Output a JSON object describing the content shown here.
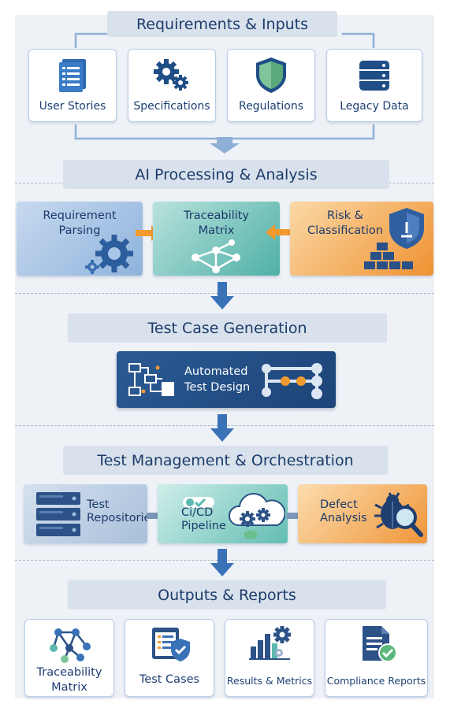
{
  "sections": {
    "requirements": "Requirements & Inputs",
    "ai": "AI Processing & Analysis",
    "testgen": "Test Case Generation",
    "management": "Test Management & Orchestration",
    "outputs": "Outputs & Reports"
  },
  "inputs": [
    {
      "label": "User Stories",
      "icon": "document-list-icon"
    },
    {
      "label": "Specifications",
      "icon": "gears-icon"
    },
    {
      "label": "Regulations",
      "icon": "shield-icon"
    },
    {
      "label": "Legacy Data",
      "icon": "database-icon"
    }
  ],
  "processing": {
    "parsing": {
      "line1": "Requirement",
      "line2": "Parsing",
      "icon": "gear-icon"
    },
    "traceability": {
      "line1": "Traceability",
      "line2": "Matrix",
      "icon": "network-icon"
    },
    "risk": {
      "line1": "Risk &",
      "line2": "Classification",
      "icon": "shield-blocks-icon"
    }
  },
  "testgen": {
    "line1": "Automated",
    "line2": "Test Design",
    "icon": "flowchart-icon"
  },
  "management": {
    "repositories": {
      "line1": "Test",
      "line2": "Repositories",
      "icon": "server-stack-icon"
    },
    "cicd": {
      "line1": "Ci/CD",
      "line2": "Pipeline",
      "icon": "cloud-gears-icon"
    },
    "defect": {
      "line1": "Defect",
      "line2": "Analysis",
      "icon": "bug-magnifier-icon"
    }
  },
  "outputs": [
    {
      "line1": "Traceability",
      "line2": "Matrix",
      "icon": "network-icon"
    },
    {
      "line1": "Test Cases",
      "line2": "",
      "icon": "checklist-shield-icon"
    },
    {
      "line1": "Results & Metrics",
      "line2": "",
      "icon": "bar-chart-gear-icon"
    },
    {
      "line1": "Compliance Reports",
      "line2": "",
      "icon": "report-check-icon"
    }
  ],
  "colors": {
    "header_bg": "#d8e1ec",
    "arrow_blue": "#3a72b8",
    "orange": "#f29a2e",
    "teal": "#5cb8b0",
    "navy": "#1f4e86"
  }
}
